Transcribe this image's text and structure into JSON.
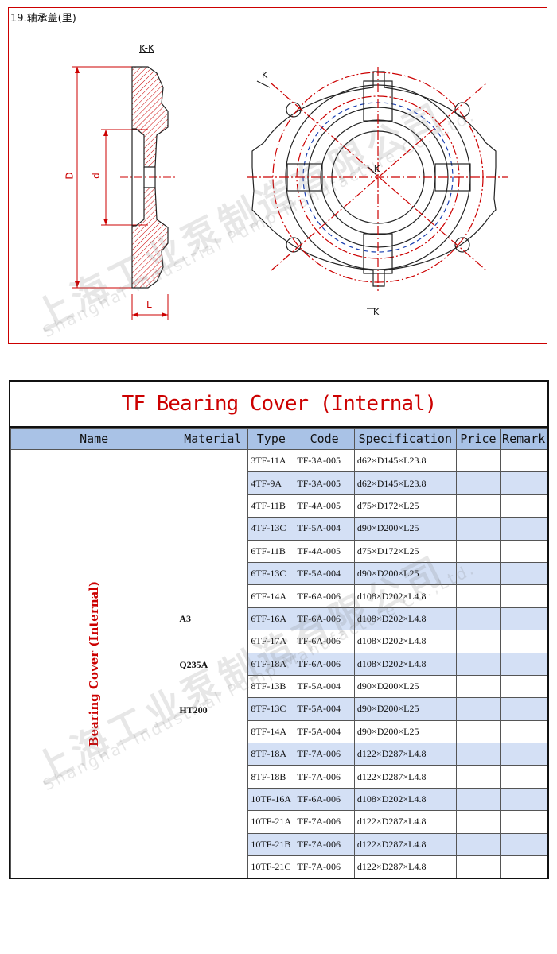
{
  "drawing": {
    "section_title": "19.轴承盖(里)",
    "section_label": "K-K",
    "dim_D": "D",
    "dim_d": "d",
    "dim_L": "L",
    "k_label": "K"
  },
  "watermark": {
    "cn": "上海工业泵制造有限公司",
    "en": "Shanghai Industrial Pump Manufacture Co.,Ltd."
  },
  "table": {
    "title": "TF Bearing Cover (Internal)",
    "headers": [
      "Name",
      "Material",
      "Type",
      "Code",
      "Specification",
      "Price",
      "Remark"
    ],
    "name_value": "Bearing Cover (Internal)",
    "materials": [
      "A3",
      "Q235A",
      "HT200"
    ],
    "rows": [
      {
        "type": "3TF-11A",
        "code": "TF-3A-005",
        "spec": "d62×D145×L23.8"
      },
      {
        "type": "4TF-9A",
        "code": "TF-3A-005",
        "spec": "d62×D145×L23.8"
      },
      {
        "type": "4TF-11B",
        "code": "TF-4A-005",
        "spec": "d75×D172×L25"
      },
      {
        "type": "4TF-13C",
        "code": "TF-5A-004",
        "spec": "d90×D200×L25"
      },
      {
        "type": "6TF-11B",
        "code": "TF-4A-005",
        "spec": "d75×D172×L25"
      },
      {
        "type": "6TF-13C",
        "code": "TF-5A-004",
        "spec": "d90×D200×L25"
      },
      {
        "type": "6TF-14A",
        "code": "TF-6A-006",
        "spec": "d108×D202×L4.8"
      },
      {
        "type": "6TF-16A",
        "code": "TF-6A-006",
        "spec": "d108×D202×L4.8"
      },
      {
        "type": "6TF-17A",
        "code": "TF-6A-006",
        "spec": "d108×D202×L4.8"
      },
      {
        "type": "6TF-18A",
        "code": "TF-6A-006",
        "spec": "d108×D202×L4.8"
      },
      {
        "type": "8TF-13B",
        "code": "TF-5A-004",
        "spec": "d90×D200×L25"
      },
      {
        "type": "8TF-13C",
        "code": "TF-5A-004",
        "spec": "d90×D200×L25"
      },
      {
        "type": "8TF-14A",
        "code": "TF-5A-004",
        "spec": "d90×D200×L25"
      },
      {
        "type": "8TF-18A",
        "code": "TF-7A-006",
        "spec": "d122×D287×L4.8"
      },
      {
        "type": "8TF-18B",
        "code": "TF-7A-006",
        "spec": "d122×D287×L4.8"
      },
      {
        "type": "10TF-16A",
        "code": "TF-6A-006",
        "spec": "d108×D202×L4.8"
      },
      {
        "type": "10TF-21A",
        "code": "TF-7A-006",
        "spec": "d122×D287×L4.8"
      },
      {
        "type": "10TF-21B",
        "code": "TF-7A-006",
        "spec": "d122×D287×L4.8"
      },
      {
        "type": "10TF-21C",
        "code": "TF-7A-006",
        "spec": "d122×D287×L4.8"
      }
    ]
  }
}
